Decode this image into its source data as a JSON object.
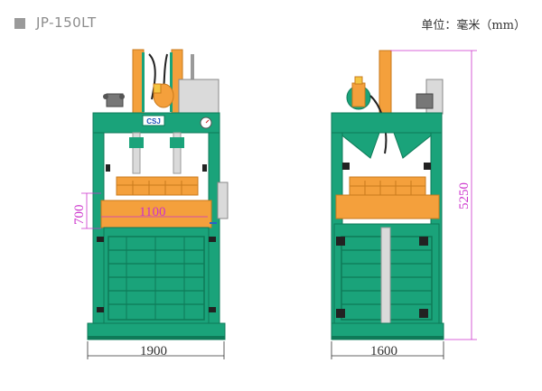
{
  "header": {
    "model": "JP-150LT",
    "unit": "单位：毫米（mm）"
  },
  "front_view": {
    "brand_plate": "CSJ",
    "dim_height_chamber": "700",
    "dim_width_chamber": "1100",
    "dim_overall_width": "1900"
  },
  "side_view": {
    "dim_overall_height": "5250",
    "dim_overall_width": "1600"
  },
  "colors": {
    "frame": "#1aa37a",
    "frame_dark": "#0e7a58",
    "orange": "#f4a03c",
    "orange_dark": "#c97a1c",
    "grey": "#dadada",
    "dimension": "#cc33cc",
    "outline": "#333333"
  }
}
